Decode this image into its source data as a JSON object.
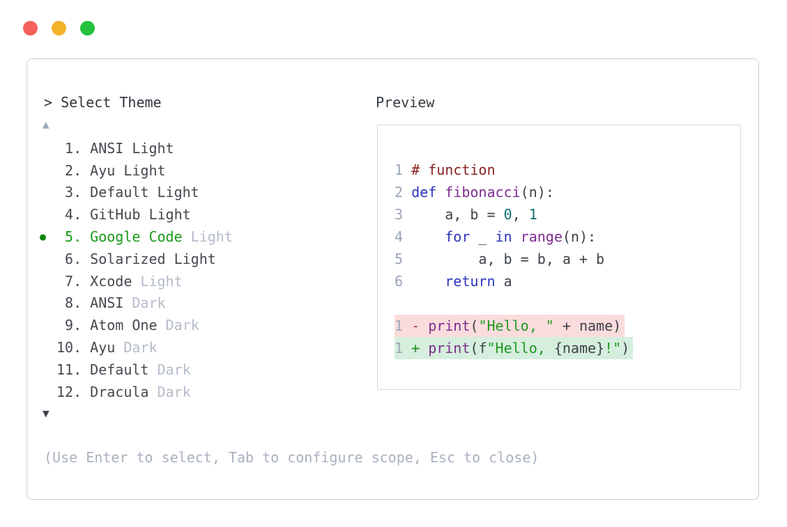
{
  "window": {
    "traffic_lights": [
      {
        "name": "close",
        "color": "#f4605a"
      },
      {
        "name": "minimize",
        "color": "#f2b32a"
      },
      {
        "name": "zoom",
        "color": "#23c13d"
      }
    ]
  },
  "theme_selector": {
    "prompt": "> Select Theme",
    "scroll_up_symbol": "▲",
    "scroll_down_symbol": "▼",
    "selected_marker": "●",
    "items": [
      {
        "number": " 1.",
        "name": "ANSI Light",
        "suffix": "",
        "selected": false
      },
      {
        "number": " 2.",
        "name": "Ayu Light",
        "suffix": "",
        "selected": false
      },
      {
        "number": " 3.",
        "name": "Default Light",
        "suffix": "",
        "selected": false
      },
      {
        "number": " 4.",
        "name": "GitHub Light",
        "suffix": "",
        "selected": false
      },
      {
        "number": " 5.",
        "name": "Google Code",
        "suffix": "Light",
        "selected": true
      },
      {
        "number": " 6.",
        "name": "Solarized Light",
        "suffix": "",
        "selected": false
      },
      {
        "number": " 7.",
        "name": "Xcode",
        "suffix": "Light",
        "selected": false
      },
      {
        "number": " 8.",
        "name": "ANSI",
        "suffix": "Dark",
        "selected": false
      },
      {
        "number": " 9.",
        "name": "Atom One",
        "suffix": "Dark",
        "selected": false
      },
      {
        "number": "10.",
        "name": "Ayu",
        "suffix": "Dark",
        "selected": false
      },
      {
        "number": "11.",
        "name": "Default",
        "suffix": "Dark",
        "selected": false
      },
      {
        "number": "12.",
        "name": "Dracula",
        "suffix": "Dark",
        "selected": false
      }
    ],
    "hint": "(Use Enter to select, Tab to configure scope, Esc to close)"
  },
  "preview": {
    "title": "Preview",
    "code_lines": [
      {
        "num": "1",
        "tokens": [
          {
            "t": "# function",
            "c": "comment"
          }
        ]
      },
      {
        "num": "2",
        "tokens": [
          {
            "t": "def",
            "c": "keyword"
          },
          {
            "t": " ",
            "c": "plain"
          },
          {
            "t": "fibonacci",
            "c": "func"
          },
          {
            "t": "(n):",
            "c": "plain"
          }
        ]
      },
      {
        "num": "3",
        "tokens": [
          {
            "t": "    a, b = ",
            "c": "plain"
          },
          {
            "t": "0",
            "c": "number"
          },
          {
            "t": ", ",
            "c": "plain"
          },
          {
            "t": "1",
            "c": "number"
          }
        ]
      },
      {
        "num": "4",
        "tokens": [
          {
            "t": "    ",
            "c": "plain"
          },
          {
            "t": "for",
            "c": "keyword"
          },
          {
            "t": " _ ",
            "c": "plain"
          },
          {
            "t": "in",
            "c": "keyword"
          },
          {
            "t": " ",
            "c": "plain"
          },
          {
            "t": "range",
            "c": "func"
          },
          {
            "t": "(n):",
            "c": "plain"
          }
        ]
      },
      {
        "num": "5",
        "tokens": [
          {
            "t": "        a, b = b, a + b",
            "c": "plain"
          }
        ]
      },
      {
        "num": "6",
        "tokens": [
          {
            "t": "    ",
            "c": "plain"
          },
          {
            "t": "return",
            "c": "keyword"
          },
          {
            "t": " a",
            "c": "plain"
          }
        ]
      }
    ],
    "diff_lines": [
      {
        "num": "1",
        "sign": "-",
        "kind": "removed",
        "tokens": [
          {
            "t": "print",
            "c": "func"
          },
          {
            "t": "(",
            "c": "plain"
          },
          {
            "t": "\"Hello, \"",
            "c": "string"
          },
          {
            "t": " + name)",
            "c": "plain"
          }
        ]
      },
      {
        "num": "1",
        "sign": "+",
        "kind": "added",
        "tokens": [
          {
            "t": "print",
            "c": "func"
          },
          {
            "t": "(f",
            "c": "plain"
          },
          {
            "t": "\"Hello, ",
            "c": "string"
          },
          {
            "t": "{name}",
            "c": "plain"
          },
          {
            "t": "!\"",
            "c": "string"
          },
          {
            "t": ")",
            "c": "plain"
          }
        ]
      }
    ]
  },
  "colors": {
    "window_border": "#c9cfd8",
    "preview_border": "#d2d7de",
    "text_primary": "#3d4248",
    "text_dimmed": "#b4bbc9",
    "line_number": "#9aa5b8",
    "selected_green": "#189a18",
    "bullet_green": "#0e870e",
    "scroll_up_arrow": "#9aa5b8",
    "scroll_down_arrow": "#3d4248",
    "token_comment": "#882222",
    "token_keyword": "#2b35bb",
    "token_function": "#7d2c90",
    "token_number": "#0d6e6e",
    "token_string": "#1f9922",
    "diff_removed_bg": "#fadcdc",
    "diff_added_bg": "#d5eedd",
    "diff_minus": "#9e3a3a",
    "diff_plus": "#1e8c1e"
  }
}
